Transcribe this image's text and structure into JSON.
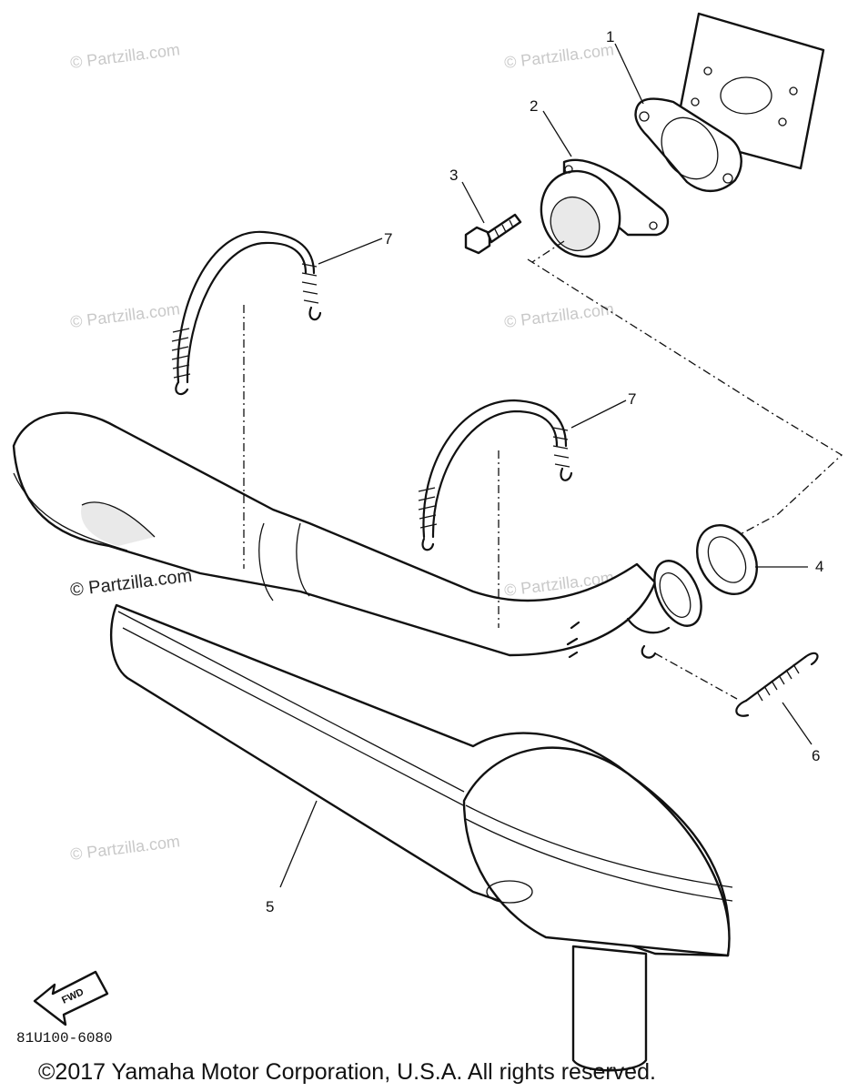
{
  "diagram": {
    "callouts": [
      {
        "id": "1",
        "label": "1"
      },
      {
        "id": "2",
        "label": "2"
      },
      {
        "id": "3",
        "label": "3"
      },
      {
        "id": "4",
        "label": "4"
      },
      {
        "id": "5",
        "label": "5"
      },
      {
        "id": "6",
        "label": "6"
      },
      {
        "id": "7a",
        "label": "7"
      },
      {
        "id": "7b",
        "label": "7"
      }
    ],
    "watermark": "© Partzilla.com",
    "fwd_label": "FWD",
    "diagram_code": "81U100-6080",
    "copyright": "©2017 Yamaha Motor Corporation, U.S.A. All rights reserved."
  }
}
